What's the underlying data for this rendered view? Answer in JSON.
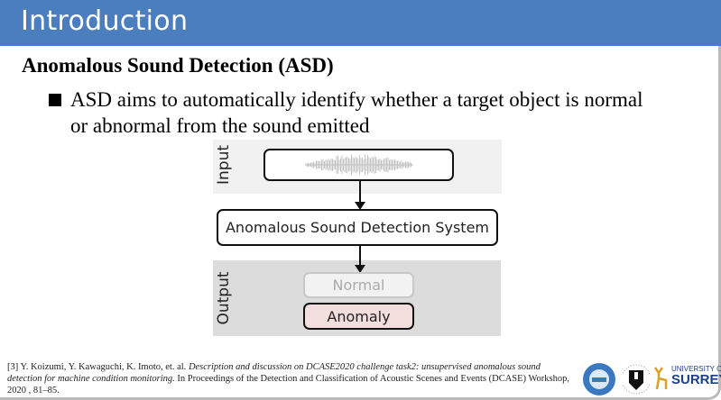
{
  "slide": {
    "title": "Introduction",
    "heading": "Anomalous Sound Detection (ASD)",
    "bullet": "ASD aims to automatically identify whether a target object is normal or abnormal from the sound emitted"
  },
  "diagram": {
    "input_label": "Input",
    "system_label": "Anomalous Sound Detection System",
    "output_label": "Output",
    "normal_label": "Normal",
    "anomaly_label": "Anomaly",
    "anomaly_color": "#f3dede"
  },
  "reference": {
    "prefix": "[3] Y. Koizumi, Y. Kawaguchi, K. Imoto, et. al. ",
    "title": "Description and discussion on DCASE2020 challenge task2: unsupervised anomalous sound detection for machine condition monitoring.",
    "suffix": " In Proceedings of the Detection and Classification of Acoustic Scenes and Events (DCASE) Workshop, 2020 , 81–85."
  },
  "logos": {
    "surrey_top": "UNIVERSITY OF",
    "surrey_bottom": "SURREY"
  },
  "colors": {
    "header": "#4a7ebf",
    "surrey": "#1e3f8a"
  }
}
